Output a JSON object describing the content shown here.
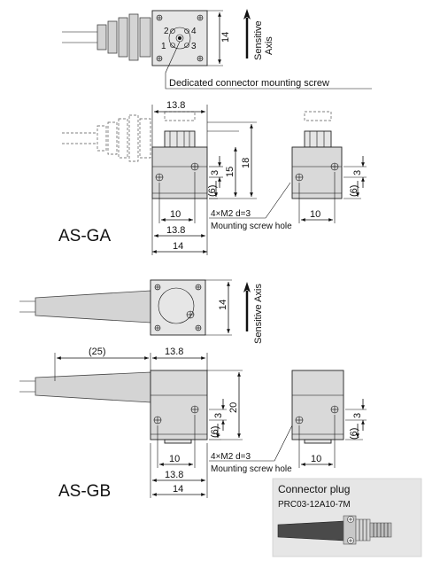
{
  "top_view": {
    "pin_labels": [
      "2",
      "4",
      "1",
      "3"
    ],
    "dim_height": "14",
    "axis_label_line1": "Sensitive",
    "axis_label_line2": "Axis",
    "callout": "Dedicated connector mounting screw"
  },
  "as_ga": {
    "title": "AS-GA",
    "dim_top_width": "13.8",
    "dim_3": "3",
    "dim_6": "(6)",
    "dim_15": "15",
    "dim_18": "18",
    "dim_10": "10",
    "dim_bottom_138": "13.8",
    "dim_14": "14",
    "screw_spec": "4×M2 d=3",
    "screw_label": "Mounting screw hole",
    "side_dim_3": "3",
    "side_dim_6": "(6)",
    "side_dim_10": "10"
  },
  "as_gb_top": {
    "dim_height": "14",
    "axis_label": "Sensitive Axis"
  },
  "as_gb": {
    "title": "AS-GB",
    "dim_25": "(25)",
    "dim_top_width": "13.8",
    "dim_3": "3",
    "dim_20": "20",
    "dim_6": "(6)",
    "dim_10": "10",
    "dim_bottom_138": "13.8",
    "dim_14": "14",
    "screw_spec": "4×M2 d=3",
    "screw_label": "Mounting screw hole",
    "side_dim_3": "3",
    "side_dim_6": "(6)",
    "side_dim_10": "10"
  },
  "connector": {
    "title": "Connector plug",
    "part": "PRC03-12A10-7M"
  }
}
